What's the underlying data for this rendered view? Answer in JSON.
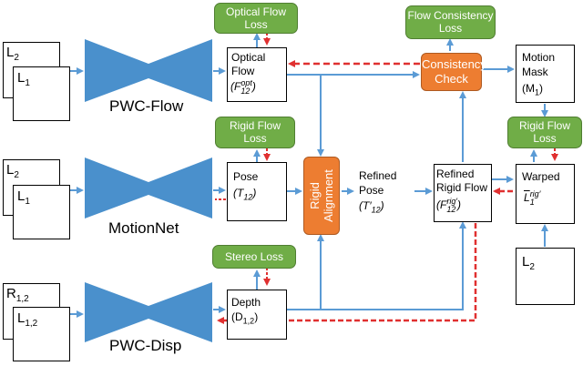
{
  "inputs": {
    "flow": {
      "back": "L",
      "back_sub": "2",
      "front": "L",
      "front_sub": "1"
    },
    "motion": {
      "back": "L",
      "back_sub": "2",
      "front": "L",
      "front_sub": "1"
    },
    "disp": {
      "back": "R",
      "back_sub": "1,2",
      "front": "L",
      "front_sub": "1,2"
    },
    "right": {
      "label": "L",
      "label_sub": "2"
    }
  },
  "networks": {
    "flow": "PWC-Flow",
    "motion": "MotionNet",
    "disp": "PWC-Disp"
  },
  "outputs": {
    "optical_flow": {
      "line1": "Optical",
      "line2": "Flow",
      "symbol": "(F",
      "sup": "opt",
      "sub": "12",
      "close": ")"
    },
    "pose": {
      "line1": "Pose",
      "symbol": "(T",
      "sub": "12",
      "close": ")"
    },
    "depth": {
      "line1": "Depth",
      "symbol": "(D",
      "sub": "1,2",
      "close": ")"
    },
    "refined_pose": {
      "line1": "Refined",
      "line2": "Pose",
      "symbol": "(T′",
      "sub": "12",
      "close": ")"
    },
    "refined_rigid_flow": {
      "line1": "Refined",
      "line2": "Rigid Flow",
      "symbol": "(F",
      "sup": "rig′",
      "sub": "12",
      "close": ")"
    },
    "motion_mask": {
      "line1": "Motion",
      "line2": "Mask",
      "symbol": "(M",
      "sub": "1",
      "close": ")"
    },
    "warped": {
      "line1": "Warped",
      "symbol": "L",
      "sup": "rig′",
      "sub": "1"
    }
  },
  "losses": {
    "optical_flow": {
      "line1": "Optical Flow",
      "line2": "Loss"
    },
    "flow_consistency": {
      "line1": "Flow Consistency",
      "line2": "Loss"
    },
    "rigid_flow_left": {
      "line1": "Rigid Flow",
      "line2": "Loss"
    },
    "rigid_flow_right": {
      "line1": "Rigid Flow",
      "line2": "Loss"
    },
    "stereo": {
      "line1": "Stereo Loss"
    }
  },
  "modules": {
    "consistency_check": {
      "line1": "Consistency",
      "line2": "Check"
    },
    "rigid_alignment": {
      "line1": "Rigid",
      "line2": "Alignment"
    }
  },
  "colors": {
    "arrow_blue": "#5b9bd5",
    "network_blue": "#4a90cc",
    "loss_green": "#70ad47",
    "module_orange": "#ed7d31",
    "dashed_red": "#e03030"
  }
}
